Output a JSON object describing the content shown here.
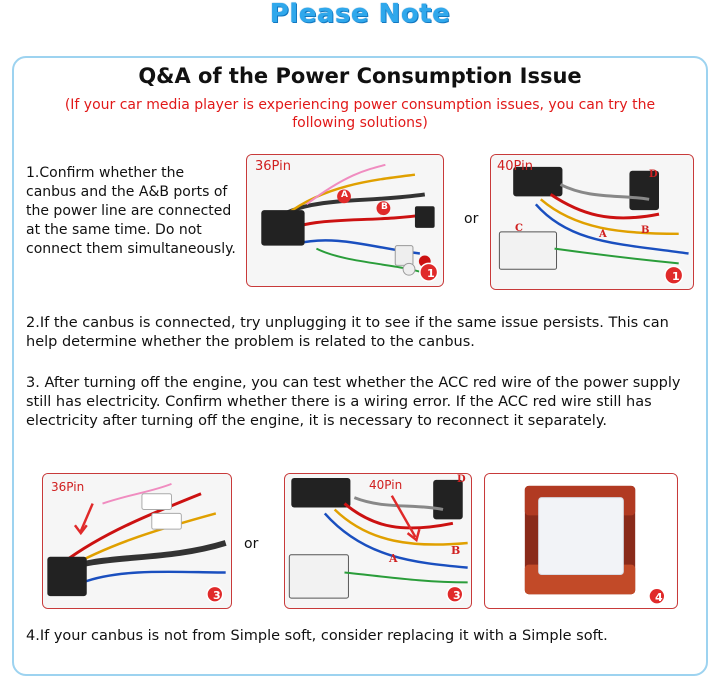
{
  "header": {
    "title": "Please Note"
  },
  "qa": {
    "title": "Q&A of the Power Consumption Issue",
    "subtitle": "(If your car media player is experiencing power consumption issues, you can try the following solutions)"
  },
  "steps": {
    "s1": "1.Confirm whether the canbus and the A&B ports of the power line are connected at the same time. Do not connect them simultaneously.",
    "s2": "2.If the canbus is connected, try unplugging it to see if the same issue persists. This can help determine whether the problem is related to the canbus.",
    "s3": "3. After turning off the engine, you can test whether the ACC red wire of the power supply still has electricity.  Confirm whether there is a wiring error.  If the ACC red wire still has electricity after turning off the engine, it is necessary to reconnect it separately.",
    "s4": "4.If your canbus is not from Simple soft, consider replacing it with a Simple soft."
  },
  "or_label": "or",
  "photos": {
    "p1": {
      "pin_label": "36Pin",
      "labels": [
        "A",
        "B"
      ],
      "badge": "1"
    },
    "p2": {
      "pin_label": "40Pin",
      "labels": [
        "A",
        "B",
        "C",
        "D"
      ],
      "badge": "1"
    },
    "p3": {
      "pin_label": "36Pin",
      "badge": "3"
    },
    "p4": {
      "pin_label": "40Pin",
      "labels": [
        "A",
        "B",
        "D"
      ],
      "badge": "3"
    },
    "p5": {
      "badge": "4"
    }
  },
  "colors": {
    "accent_blue": "#2fa8ec",
    "border_red": "#c83a3a",
    "subtitle_red": "#e11919",
    "badge_red": "#e02a2a"
  }
}
